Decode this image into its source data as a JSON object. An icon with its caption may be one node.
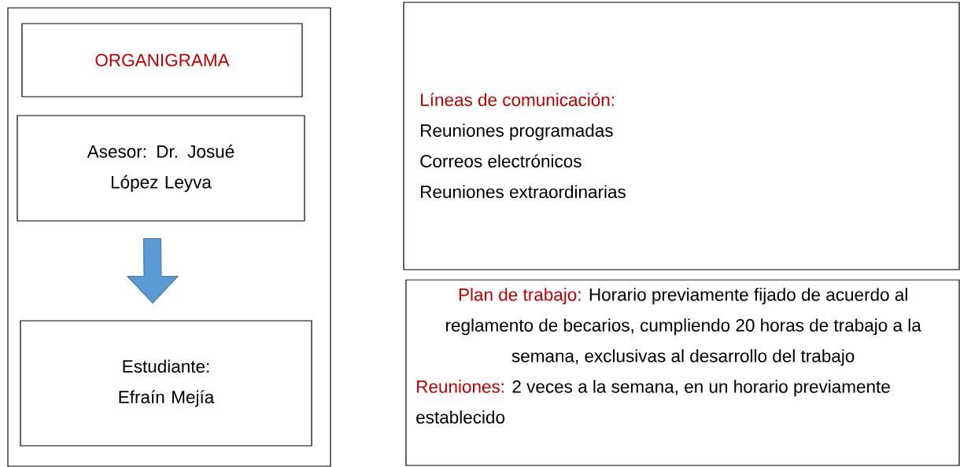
{
  "diagram": {
    "nodes": [
      {
        "text": [],
        "shape": "box"
      },
      {
        "text": [
          "ORGANIGRAMA"
        ],
        "in": 0
      },
      {
        "text": [
          "Asesor: Dr. Josué López Leyva"
        ],
        "in": 0
      },
      {
        "text": [
          "Estudiante: Efraín Mejía"
        ],
        "in": 0
      },
      {
        "text": [
          "Líneas de comunicación:",
          "Reuniones programadas",
          "Correos electrónicos",
          "Reuniones extraordinarias"
        ]
      },
      {
        "text": [
          "Plan de trabajo:",
          "Horario previamente fijado de acuerdo al reglamento de becarios, cumpliendo 20 horas de trabajo a la semana, exclusivas al desarrollo del trabajo",
          "Reuniones:",
          "2 veces a la semana, en un horario previamente establecido"
        ]
      }
    ],
    "edges": [
      {
        "from": 2,
        "to": 3,
        "arrow": "to"
      }
    ]
  }
}
